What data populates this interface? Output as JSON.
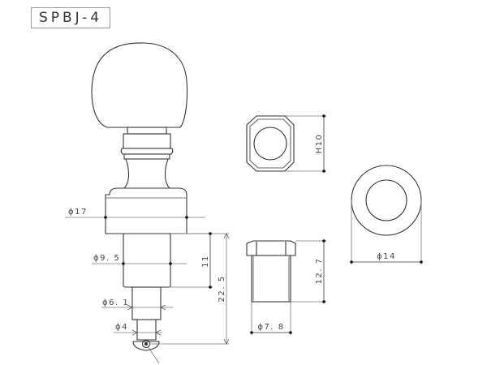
{
  "title": "SPBJ-4",
  "colors": {
    "line": "#333333",
    "dim_line": "#777777",
    "text": "#444444",
    "background": "#ffffff"
  },
  "views": {
    "side_view": {
      "label": "tuning peg side view",
      "dimensions": {
        "d_collar": "ϕ17",
        "d_shaft": "ϕ9. 5",
        "d_post": "ϕ6. 1",
        "d_tip": "ϕ4",
        "len_shaft": "11",
        "len_total": "22. 5"
      }
    },
    "hex_nut_top": {
      "label": "hex nut top view",
      "dimensions": {
        "height": "H10"
      }
    },
    "hex_nut_side": {
      "label": "hex nut side view",
      "dimensions": {
        "length": "12. 7",
        "diameter": "ϕ7. 8"
      }
    },
    "washer": {
      "label": "washer",
      "dimensions": {
        "diameter": "ϕ14"
      }
    }
  }
}
